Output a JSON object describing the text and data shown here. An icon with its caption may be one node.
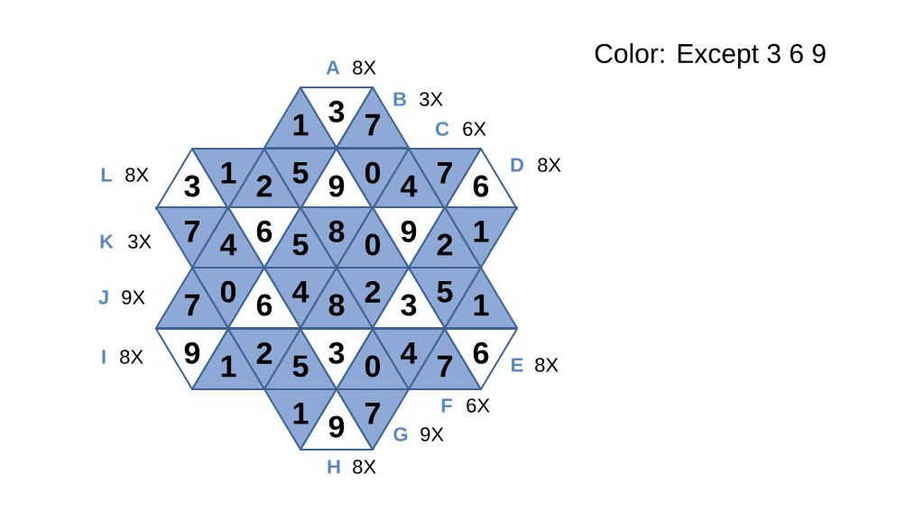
{
  "diagram": {
    "nodes": [
      {
        "text": [
          "1"
        ]
      },
      {
        "text": [
          "3"
        ]
      },
      {
        "text": [
          "7"
        ]
      },
      {
        "text": [
          "3"
        ]
      },
      {
        "text": [
          "1"
        ]
      },
      {
        "text": [
          "2"
        ]
      },
      {
        "text": [
          "5"
        ]
      },
      {
        "text": [
          "9"
        ]
      },
      {
        "text": [
          "0"
        ]
      },
      {
        "text": [
          "4"
        ]
      },
      {
        "text": [
          "7"
        ]
      },
      {
        "text": [
          "6"
        ]
      },
      {
        "text": [
          "7"
        ]
      },
      {
        "text": [
          "4"
        ]
      },
      {
        "text": [
          "6"
        ]
      },
      {
        "text": [
          "5"
        ]
      },
      {
        "text": [
          "8"
        ]
      },
      {
        "text": [
          "0"
        ]
      },
      {
        "text": [
          "9"
        ]
      },
      {
        "text": [
          "2"
        ]
      },
      {
        "text": [
          "1"
        ]
      },
      {
        "text": [
          "7"
        ]
      },
      {
        "text": [
          "0"
        ]
      },
      {
        "text": [
          "6"
        ]
      },
      {
        "text": [
          "4"
        ]
      },
      {
        "text": [
          "8"
        ]
      },
      {
        "text": [
          "2"
        ]
      },
      {
        "text": [
          "3"
        ]
      },
      {
        "text": [
          "5"
        ]
      },
      {
        "text": [
          "1"
        ]
      },
      {
        "text": [
          "9"
        ]
      },
      {
        "text": [
          "1"
        ]
      },
      {
        "text": [
          "2"
        ]
      },
      {
        "text": [
          "5"
        ]
      },
      {
        "text": [
          "3"
        ]
      },
      {
        "text": [
          "0"
        ]
      },
      {
        "text": [
          "4"
        ]
      },
      {
        "text": [
          "7"
        ]
      },
      {
        "text": [
          "6"
        ]
      },
      {
        "text": [
          "1"
        ]
      },
      {
        "text": [
          "9"
        ]
      },
      {
        "text": [
          "7"
        ]
      }
    ],
    "labels": [
      "Color: Except 3 6 9",
      "A",
      "8X",
      "B",
      "3X",
      "C",
      "6X",
      "L",
      "8X",
      "D",
      "8X",
      "K",
      "3X",
      "J",
      "9X",
      "I",
      "8X",
      "E",
      "8X",
      "F",
      "6X",
      "G",
      "9X",
      "H",
      "8X"
    ]
  }
}
